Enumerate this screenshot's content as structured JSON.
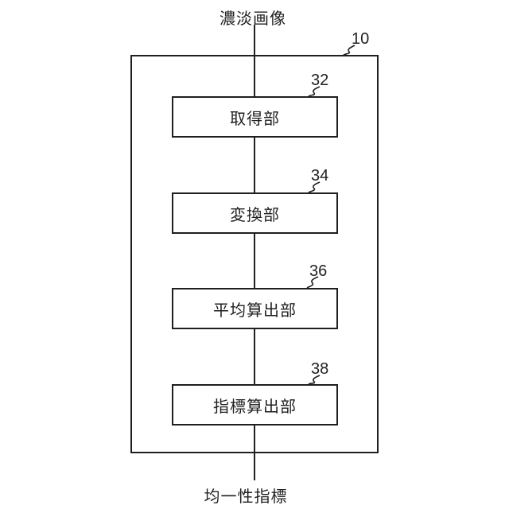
{
  "figure": {
    "input_label": "濃淡画像",
    "output_label": "均一性指標",
    "device_ref": "10",
    "blocks": [
      {
        "ref": "32",
        "label": "取得部"
      },
      {
        "ref": "34",
        "label": "変換部"
      },
      {
        "ref": "36",
        "label": "平均算出部"
      },
      {
        "ref": "38",
        "label": "指標算出部"
      }
    ],
    "colors": {
      "line": "#1f1f1f",
      "background": "#ffffff"
    }
  }
}
